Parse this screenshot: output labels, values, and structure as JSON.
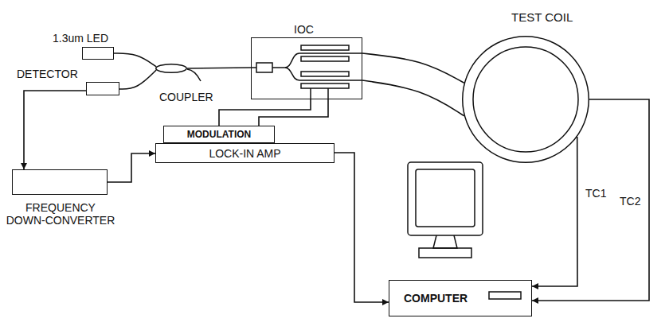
{
  "diagram": {
    "nodes": [
      {
        "text": [
          "1.3um LED"
        ]
      },
      {
        "text": [
          "DETECTOR"
        ]
      },
      {
        "text": [
          "COUPLER"
        ]
      },
      {
        "text": [
          "IOC"
        ]
      },
      {
        "text": [
          "TEST COIL"
        ]
      },
      {
        "text": [
          "MODULATION"
        ]
      },
      {
        "text": [
          "LOCK-IN AMP"
        ]
      },
      {
        "text": [
          "FREQUENCY DOWN-CONVERTER"
        ]
      },
      {
        "text": [
          "COMPUTER"
        ]
      }
    ],
    "edges": [
      {
        "from": 0,
        "to": 2,
        "arrow": "none"
      },
      {
        "from": 2,
        "to": 1,
        "arrow": "none"
      },
      {
        "from": 2,
        "to": 3,
        "arrow": "none"
      },
      {
        "from": 3,
        "to": 4,
        "arrow": "none"
      },
      {
        "from": 3,
        "to": 4,
        "arrow": "none"
      },
      {
        "from": 5,
        "to": 3,
        "arrow": "none"
      },
      {
        "from": 5,
        "to": 3,
        "arrow": "none"
      },
      {
        "from": 1,
        "to": 7,
        "arrow": "to"
      },
      {
        "from": 7,
        "to": 6,
        "arrow": "to"
      },
      {
        "from": 6,
        "to": 8,
        "arrow": "to"
      },
      {
        "from": 4,
        "to": 8,
        "label": "TC1",
        "arrow": "to"
      },
      {
        "from": 4,
        "to": 8,
        "label": "TC2",
        "arrow": "to"
      }
    ]
  }
}
